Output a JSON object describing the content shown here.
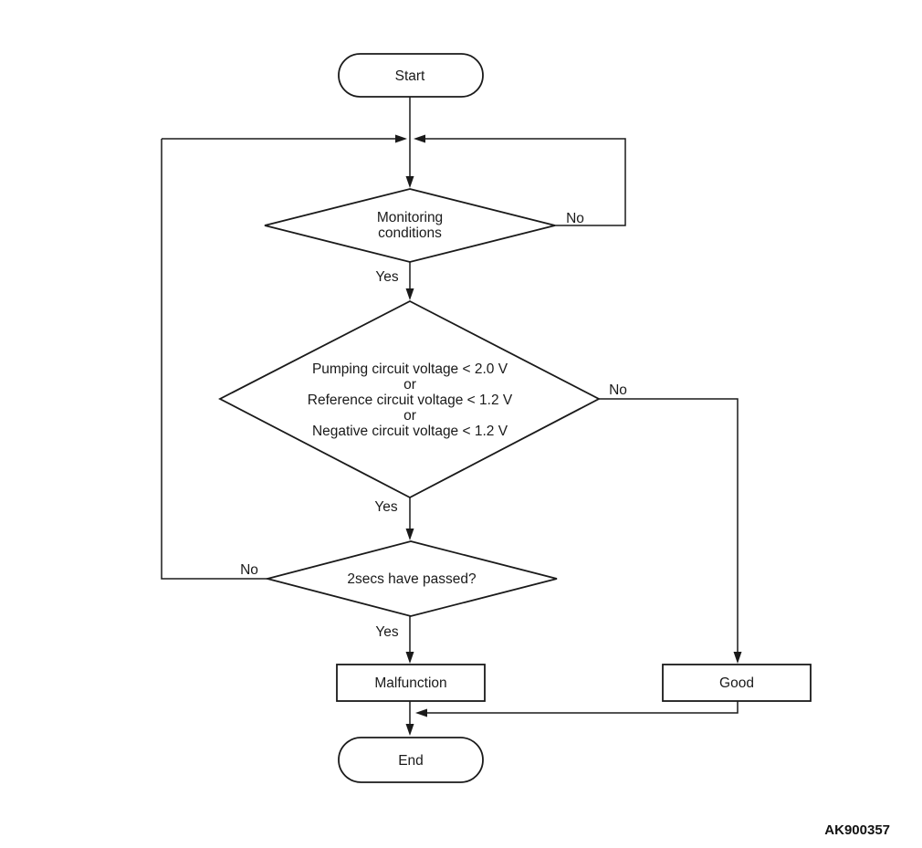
{
  "diagram": {
    "background_color": "#ffffff",
    "line_color": "#1a1a1a",
    "nodes": {
      "start": {
        "type": "terminator",
        "label": "Start"
      },
      "monitoring": {
        "type": "decision",
        "lines": [
          "Monitoring",
          "conditions"
        ]
      },
      "voltage_check": {
        "type": "decision",
        "lines": [
          "Pumping circuit voltage < 2.0 V",
          "or",
          "Reference circuit voltage < 1.2 V",
          "or",
          "Negative circuit voltage < 1.2 V"
        ]
      },
      "two_secs": {
        "type": "decision",
        "label": "2secs have passed?"
      },
      "malfunction": {
        "type": "process",
        "label": "Malfunction"
      },
      "good": {
        "type": "process",
        "label": "Good"
      },
      "end": {
        "type": "terminator",
        "label": "End"
      }
    },
    "edge_labels": {
      "monitoring_no": "No",
      "monitoring_yes": "Yes",
      "voltage_no": "No",
      "voltage_yes": "Yes",
      "two_secs_no": "No",
      "two_secs_yes": "Yes"
    },
    "figure_code": "AK900357"
  }
}
